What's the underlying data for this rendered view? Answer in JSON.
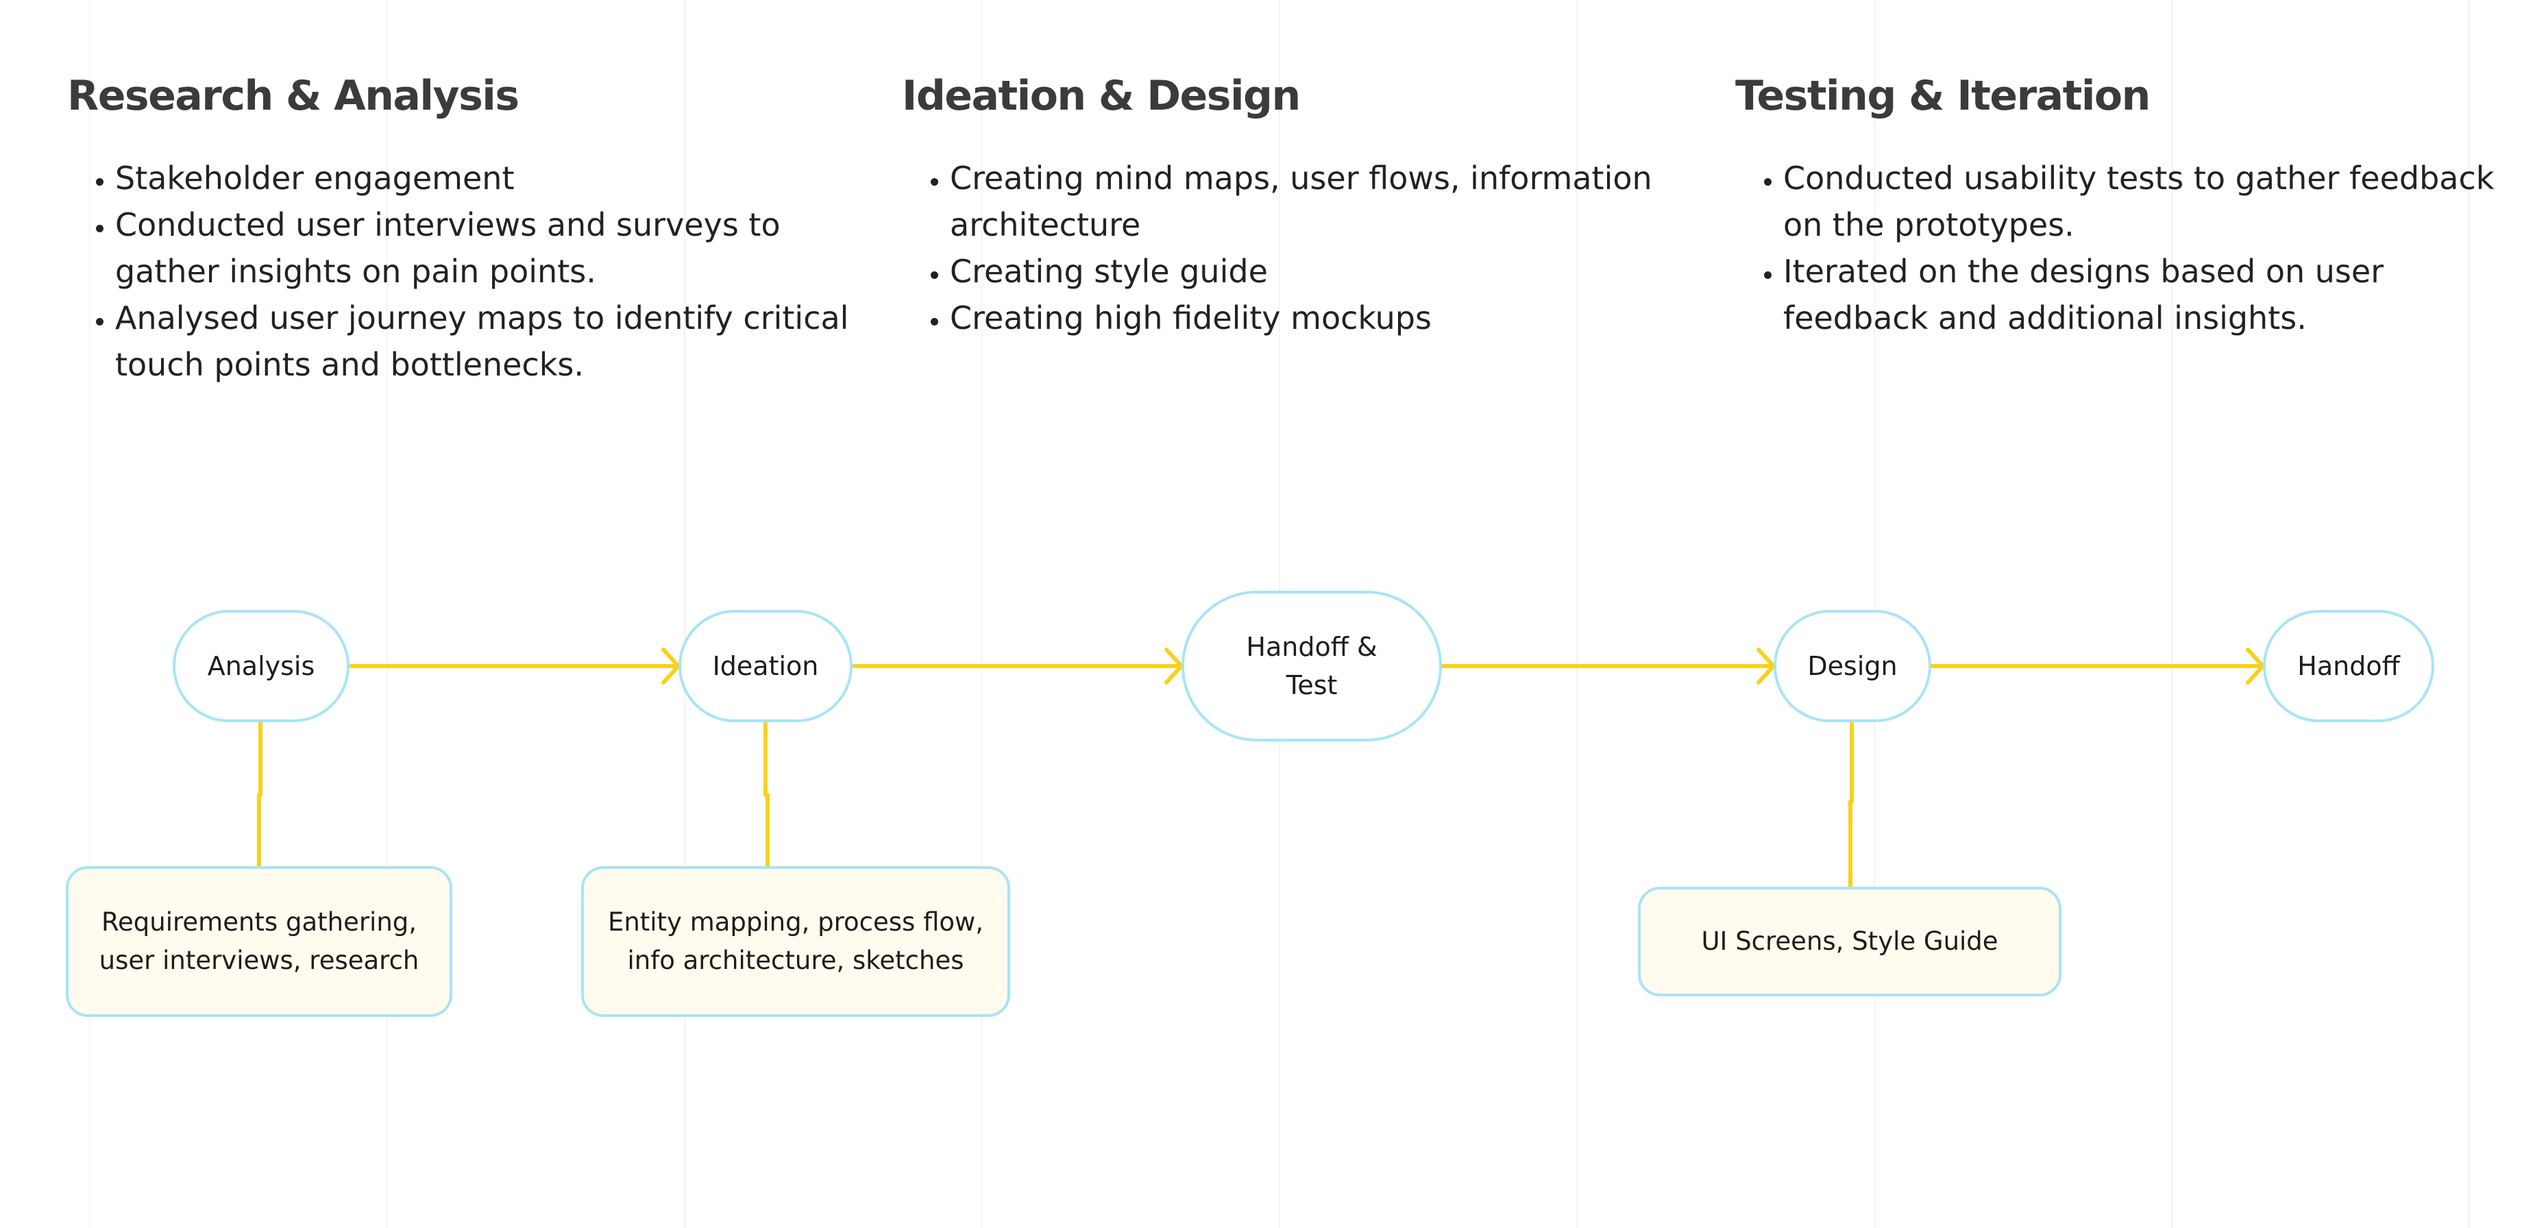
{
  "phases": [
    {
      "title": "Research & Analysis",
      "bullets": [
        "Stakeholder engagement",
        "Conducted user interviews and surveys to gather insights on pain points.",
        "Analysed user journey maps to identify critical touch points and bottlenecks."
      ]
    },
    {
      "title": "Ideation & Design",
      "bullets": [
        "Creating mind maps, user flows, information architecture",
        "Creating style guide",
        "Creating high fidelity mockups"
      ]
    },
    {
      "title": "Testing & Iteration",
      "bullets": [
        "Conducted usability tests to gather feedback on the prototypes.",
        "Iterated on the designs based on user feedback and additional insights."
      ]
    }
  ],
  "flow": {
    "nodes": [
      "Analysis",
      "Ideation",
      "Handoff &\nTest",
      "Design",
      "Handoff"
    ],
    "notes": [
      "Requirements gathering,\nuser interviews, research",
      "Entity mapping, process flow,\ninfo architecture, sketches",
      "UI Screens, Style Guide"
    ],
    "colors": {
      "arrow": "#f7d21c",
      "node_border": "#a8e4f5",
      "note_fill": "#fffbee"
    }
  }
}
